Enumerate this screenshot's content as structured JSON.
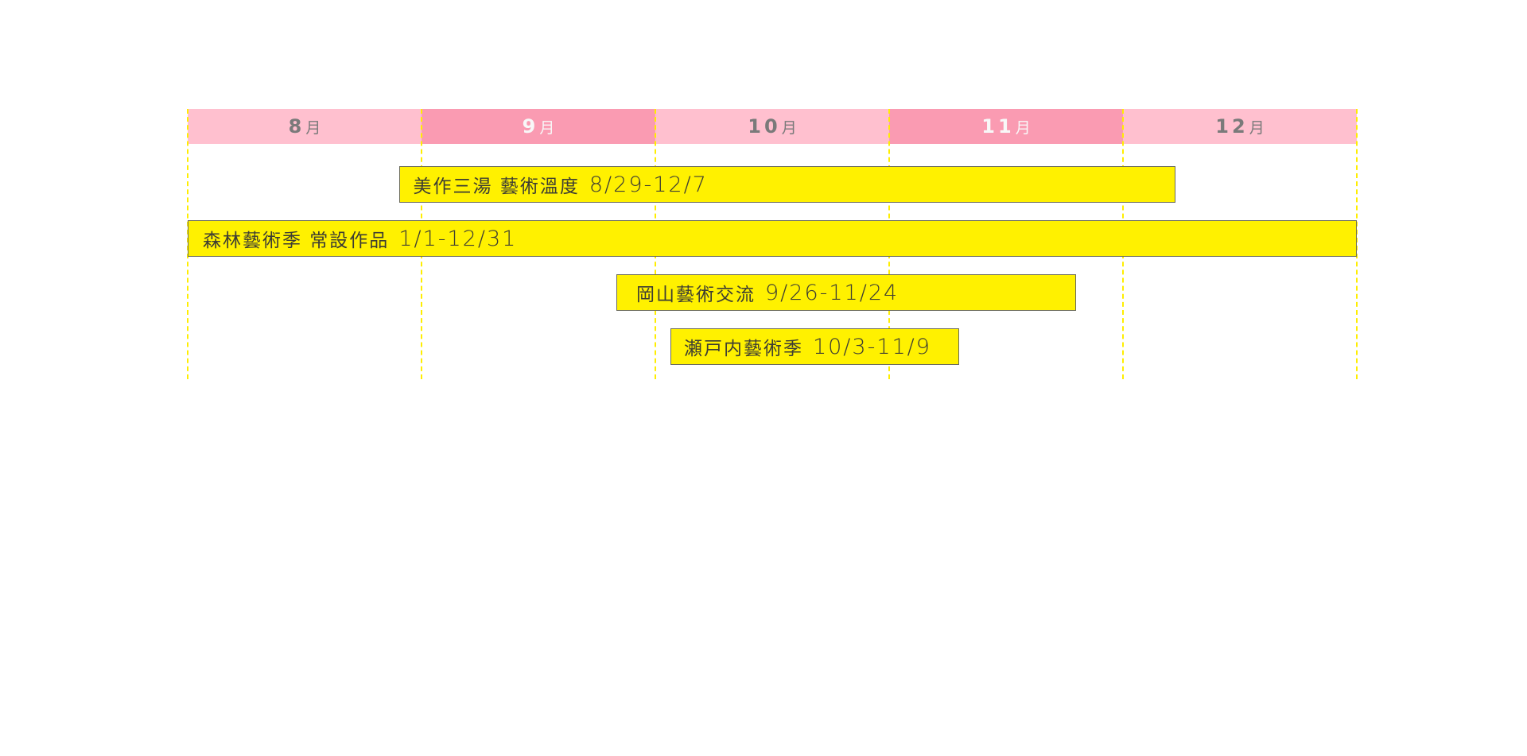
{
  "chart_data": {
    "type": "gantt",
    "title": "",
    "xaxis": {
      "unit": "month",
      "range": [
        "8/1",
        "12/31"
      ],
      "months": [
        {
          "number": "8",
          "suffix": "月",
          "color": "#ffc0cf",
          "text_color": "#7a7a7a"
        },
        {
          "number": "9",
          "suffix": "月",
          "color": "#fa9bb2",
          "text_color": "#f8f8f8"
        },
        {
          "number": "10",
          "suffix": "月",
          "color": "#ffc0cf",
          "text_color": "#7a7a7a"
        },
        {
          "number": "11",
          "suffix": "月",
          "color": "#fa9bb2",
          "text_color": "#f8f8f8"
        },
        {
          "number": "12",
          "suffix": "月",
          "color": "#ffc0cf",
          "text_color": "#7a7a7a"
        }
      ]
    },
    "gridlines": {
      "style": "dashed",
      "color": "#ffee00"
    },
    "bar_color": "#fff100",
    "bar_border_color": "#6b6b5a",
    "events": [
      {
        "name": "美作三湯 藝術溫度",
        "dates": "8/29-12/7",
        "start": {
          "month": 8,
          "day": 29
        },
        "end": {
          "month": 12,
          "day": 7
        }
      },
      {
        "name": "森林藝術季 常設作品",
        "dates": "1/1-12/31",
        "start": {
          "month": 1,
          "day": 1
        },
        "end": {
          "month": 12,
          "day": 31
        }
      },
      {
        "name": "岡山藝術交流",
        "dates": "9/26-11/24",
        "start": {
          "month": 9,
          "day": 26
        },
        "end": {
          "month": 11,
          "day": 24
        }
      },
      {
        "name": "瀬戸内藝術季",
        "dates": "10/3-11/9",
        "start": {
          "month": 10,
          "day": 3
        },
        "end": {
          "month": 11,
          "day": 9
        }
      }
    ]
  }
}
